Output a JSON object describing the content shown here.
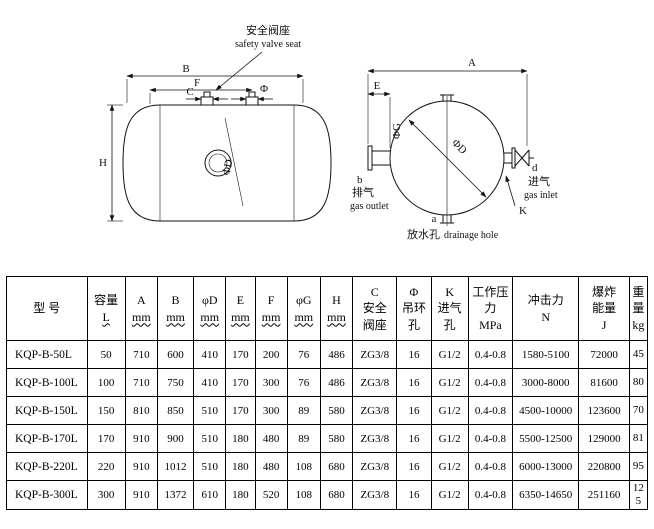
{
  "page": {
    "background": "#ffffff",
    "ink": "#111111"
  },
  "drawings": {
    "side_view": {
      "safety_valve_cn": "安全阀座",
      "safety_valve_en": "safety valve seat",
      "dims": {
        "B": "B",
        "F": "F",
        "C": "C",
        "phi": "Φ",
        "H": "H",
        "phiD": "ΦD"
      }
    },
    "end_view": {
      "dims": {
        "A": "A",
        "E": "E",
        "phiG": "ΦG",
        "phiD": "ΦD",
        "K": "K"
      },
      "gas_outlet": {
        "letter": "b",
        "cn": "排气",
        "en": "gas outlet"
      },
      "gas_inlet": {
        "letter": "d",
        "cn": "进气",
        "en": "gas inlet"
      },
      "drain": {
        "letter": "a",
        "cn": "放水孔",
        "en": "drainage hole"
      }
    }
  },
  "table": {
    "unit_terms": [
      "L",
      "mm"
    ],
    "headers": [
      {
        "lines": [
          "型  号"
        ]
      },
      {
        "lines": [
          "容量",
          "L"
        ]
      },
      {
        "lines": [
          "A",
          "mm"
        ]
      },
      {
        "lines": [
          "B",
          "mm"
        ]
      },
      {
        "lines": [
          "φD",
          "mm"
        ]
      },
      {
        "lines": [
          "E",
          "mm"
        ]
      },
      {
        "lines": [
          "F",
          "mm"
        ]
      },
      {
        "lines": [
          "φG",
          "mm"
        ]
      },
      {
        "lines": [
          "H",
          "mm"
        ]
      },
      {
        "lines": [
          "C",
          "安全",
          "阀座"
        ]
      },
      {
        "lines": [
          "Φ",
          "吊环",
          "孔"
        ]
      },
      {
        "lines": [
          "K",
          "进气",
          "孔"
        ]
      },
      {
        "lines": [
          "工作压",
          "力",
          "MPa"
        ]
      },
      {
        "lines": [
          "冲击力",
          "N"
        ]
      },
      {
        "lines": [
          "爆炸",
          "能量",
          "J"
        ]
      },
      {
        "lines": [
          "重",
          "量",
          "kg"
        ]
      }
    ],
    "rows": [
      [
        "KQP-B-50L",
        "50",
        "710",
        "600",
        "410",
        "170",
        "200",
        "76",
        "486",
        "ZG3/8",
        "16",
        "G1/2",
        "0.4-0.8",
        "1580-5100",
        "72000",
        "45"
      ],
      [
        "KQP-B-100L",
        "100",
        "710",
        "750",
        "410",
        "170",
        "300",
        "76",
        "486",
        "ZG3/8",
        "16",
        "G1/2",
        "0.4-0.8",
        "3000-8000",
        "81600",
        "80"
      ],
      [
        "KQP-B-150L",
        "150",
        "810",
        "850",
        "510",
        "170",
        "300",
        "89",
        "580",
        "ZG3/8",
        "16",
        "G1/2",
        "0.4-0.8",
        "4500-10000",
        "123600",
        "70"
      ],
      [
        "KQP-B-170L",
        "170",
        "910",
        "900",
        "510",
        "180",
        "480",
        "89",
        "580",
        "ZG3/8",
        "16",
        "G1/2",
        "0.4-0.8",
        "5500-12500",
        "129000",
        "81"
      ],
      [
        "KQP-B-220L",
        "220",
        "910",
        "1012",
        "510",
        "180",
        "480",
        "108",
        "680",
        "ZG3/8",
        "16",
        "G1/2",
        "0.4-0.8",
        "6000-13000",
        "220800",
        "95"
      ],
      [
        "KQP-B-300L",
        "300",
        "910",
        "1372",
        "610",
        "180",
        "520",
        "108",
        "680",
        "ZG3/8",
        "16",
        "G1/2",
        "0.4-0.8",
        "6350-14650",
        "251160",
        "125"
      ]
    ]
  }
}
